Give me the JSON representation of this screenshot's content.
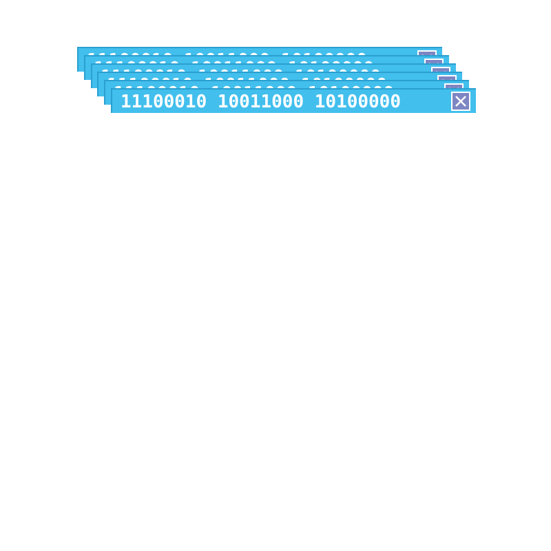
{
  "windows": [
    {
      "title": "11100010 10011000 10100000",
      "close_icon": "close-icon"
    },
    {
      "title": "11100010 10011000 10100000",
      "close_icon": "close-icon"
    },
    {
      "title": "11100010 10011000 10100000",
      "close_icon": "close-icon"
    },
    {
      "title": "11100010 10011000 10100000",
      "close_icon": "close-icon"
    },
    {
      "title": "11100010 10011000 10100000",
      "close_icon": "close-icon"
    },
    {
      "title": "11100010 10011000 10100000",
      "close_icon": "close-icon"
    }
  ],
  "colors": {
    "titlebar": "#42bfed",
    "titlebar_border": "#2a9fd0",
    "close_button": "#7d86c2",
    "text": "#ffffff"
  }
}
